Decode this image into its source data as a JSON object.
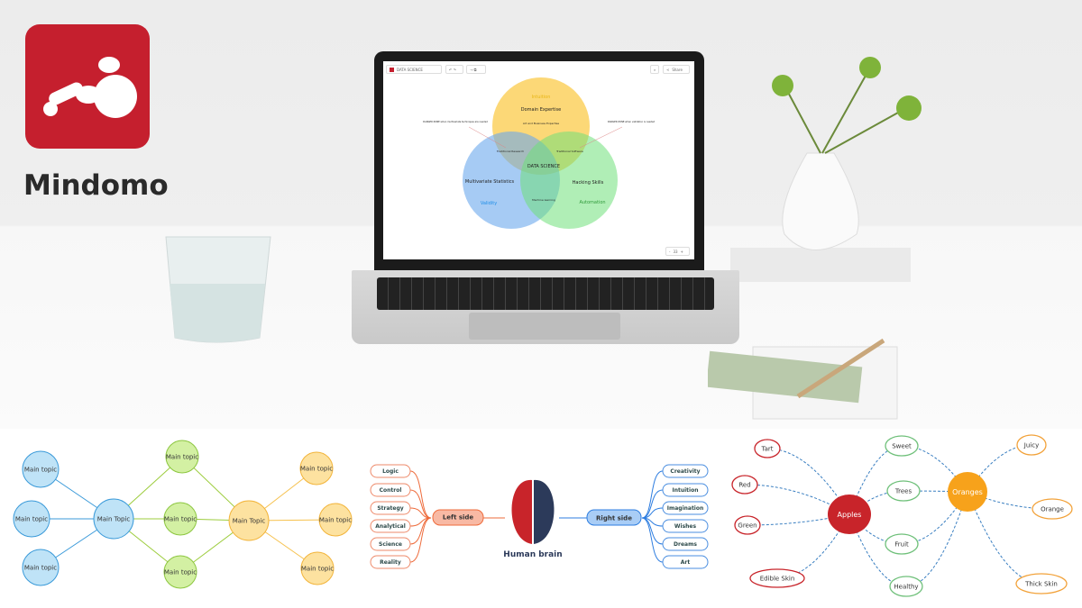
{
  "brand": {
    "name": "Mindomo",
    "color": "#c51f2e"
  },
  "app": {
    "doc_title": "DATA SCIENCE",
    "share": "Share",
    "zoom": "33"
  },
  "venn": {
    "top_label": "Intuition",
    "top": "Domain Expertise",
    "top_note": "Art and Business Expertise",
    "left": "Multivariate Statistics",
    "left_label": "Validity",
    "right": "Hacking Skills",
    "right_label": "Automation",
    "center": "DATA SCIENCE",
    "tl": "Traditional Research",
    "tr": "Traditional Software",
    "bottom": "Machine learning",
    "danger_left": "DANGER ZONE when multivariate techniques are needed",
    "danger_right": "DANGER ZONE when validation is needed"
  },
  "map1": {
    "blue_center": "Main Topic",
    "orange_center": "Main Topic",
    "blue": [
      "Main topic",
      "Main topic",
      "Main topic"
    ],
    "green": [
      "Main topic",
      "Main topic",
      "Main topic"
    ],
    "orange": [
      "Main topic",
      "Main topic",
      "Main topic"
    ]
  },
  "map2": {
    "title": "Human brain",
    "left": "Left side",
    "right": "Right side",
    "left_items": [
      "Logic",
      "Control",
      "Strategy",
      "Analytical",
      "Science",
      "Reality"
    ],
    "right_items": [
      "Creativity",
      "Intuition",
      "Imagination",
      "Wishes",
      "Dreams",
      "Art"
    ]
  },
  "map3": {
    "apples": "Apples",
    "oranges": "Oranges",
    "apple_items": [
      "Tart",
      "Red",
      "Green",
      "Edible Skin"
    ],
    "shared": [
      "Sweet",
      "Trees",
      "Fruit",
      "Healthy"
    ],
    "orange_items": [
      "Juicy",
      "Orange",
      "Thick Skin"
    ]
  }
}
